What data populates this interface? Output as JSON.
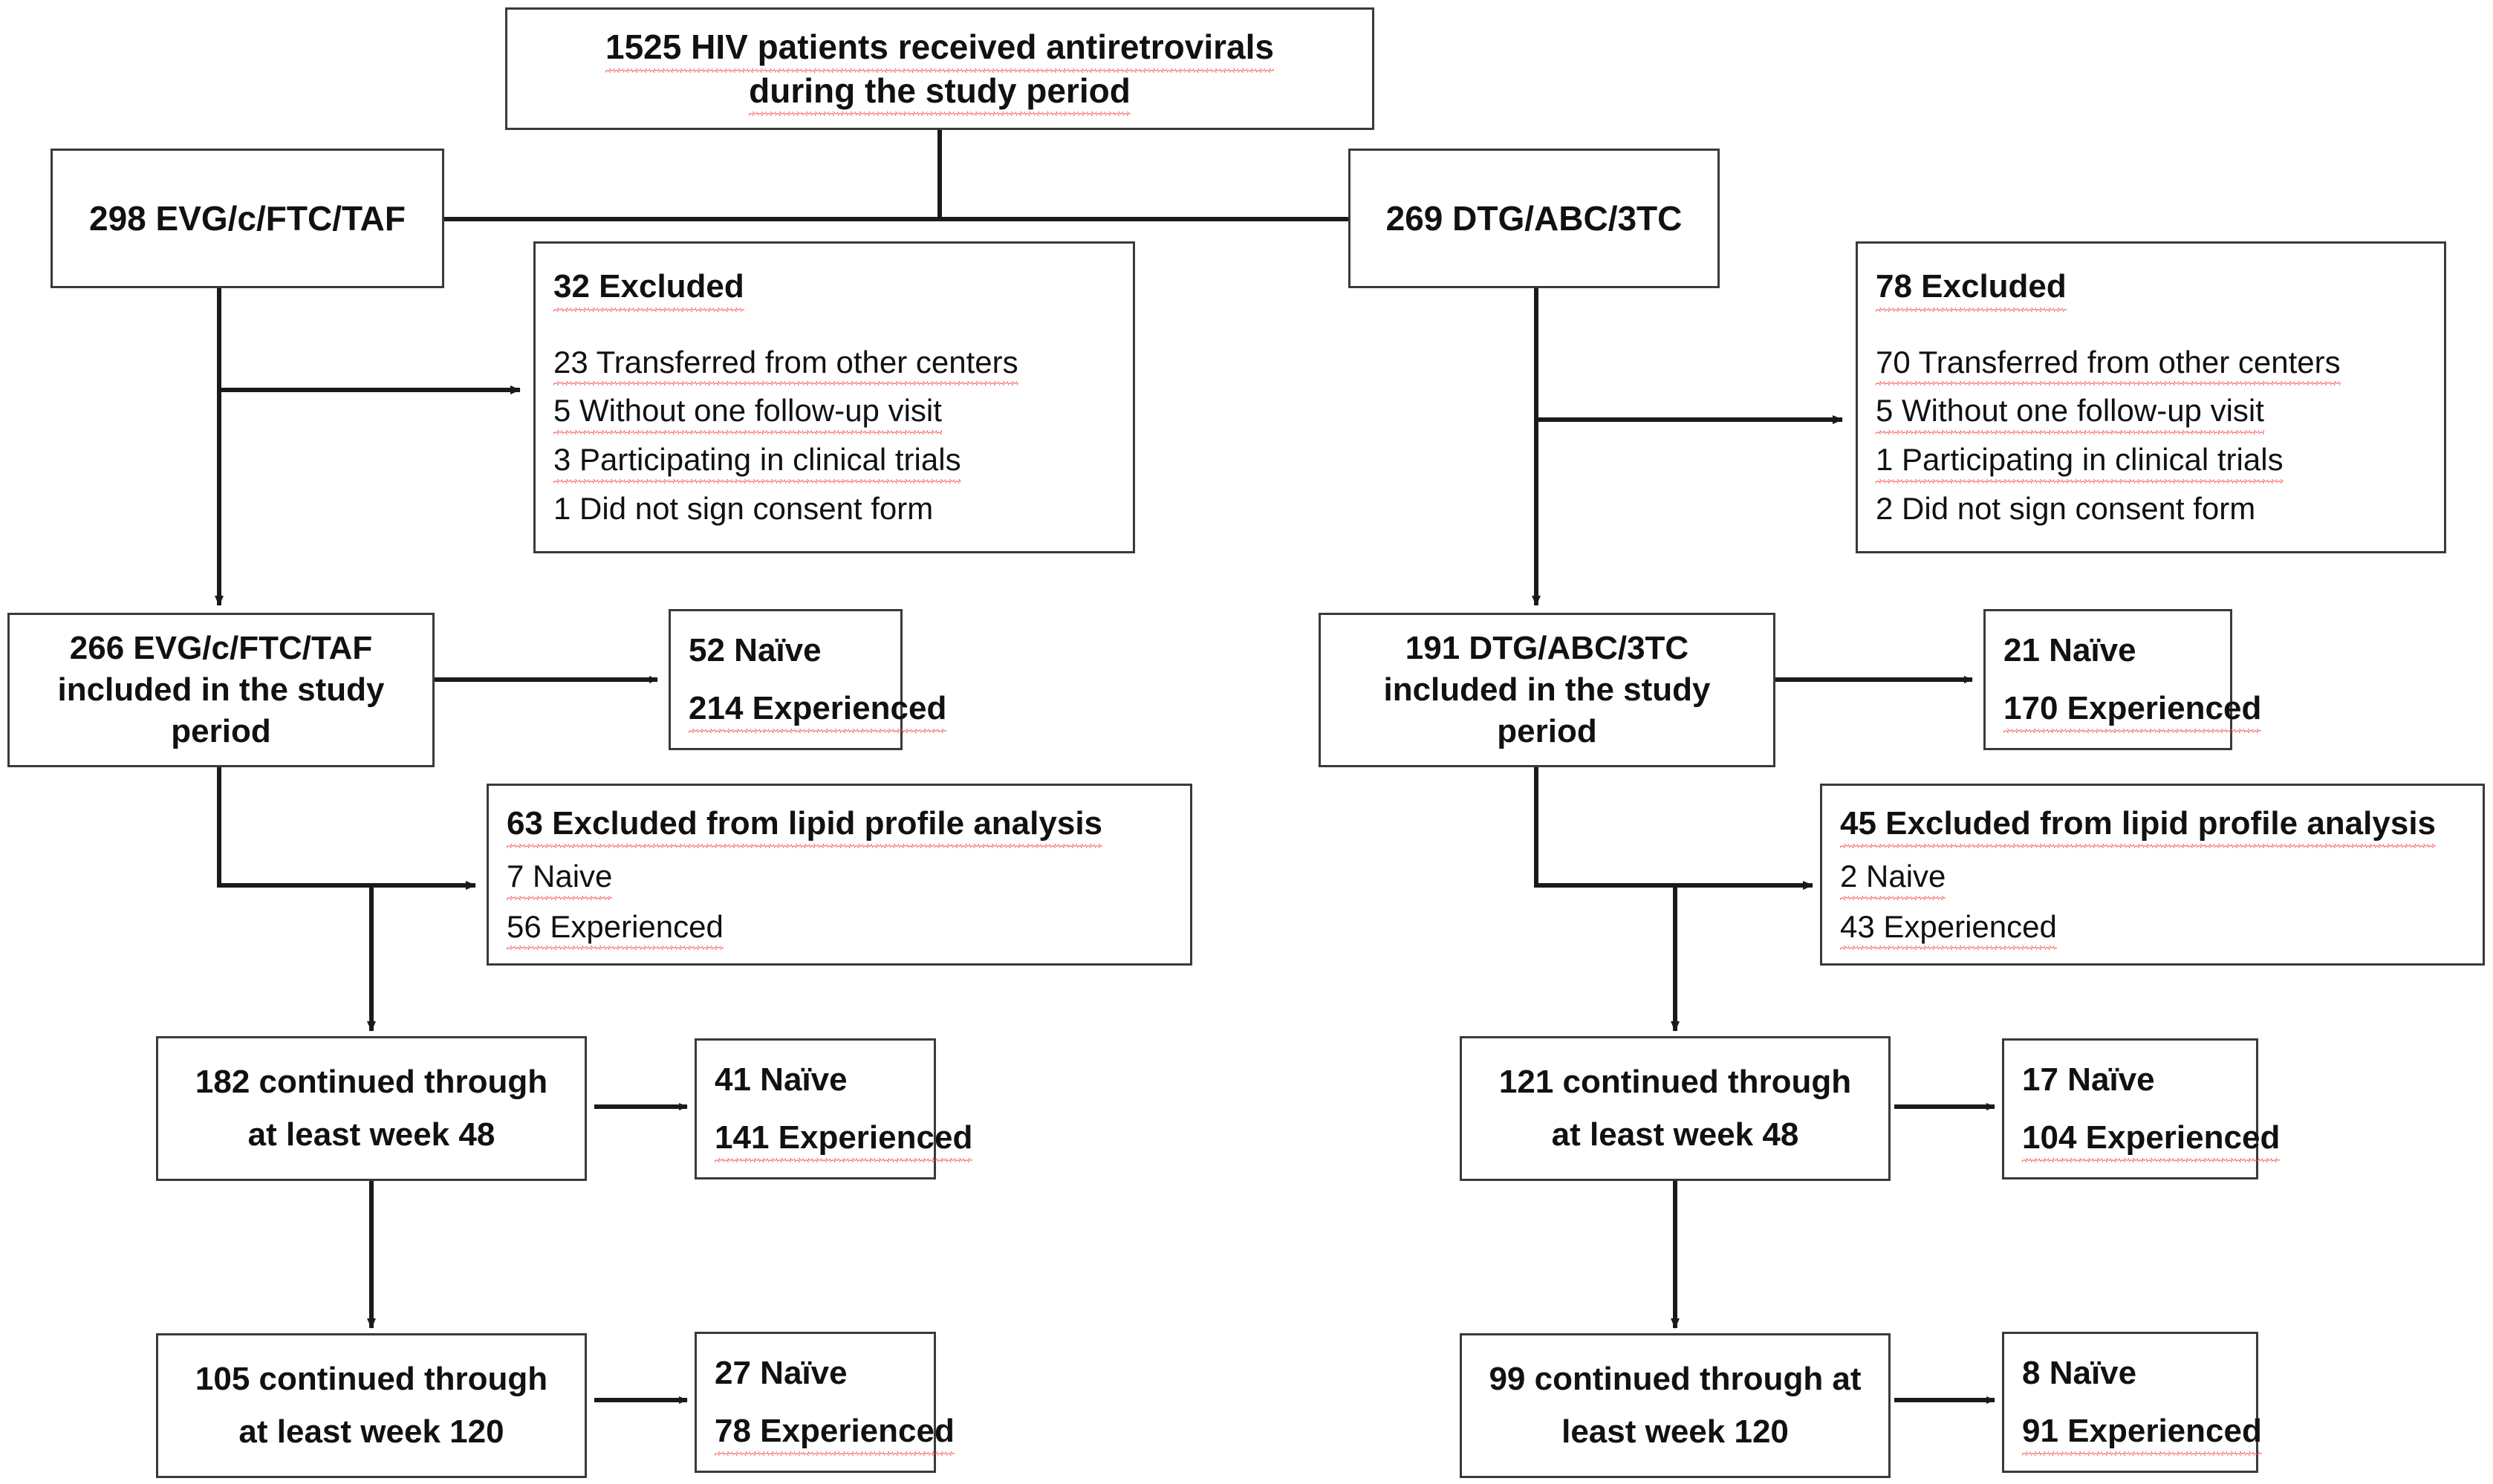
{
  "figure": {
    "type": "flowchart",
    "description": "HIV antiretroviral study patient-flow diagram with two treatment arms"
  },
  "colors": {
    "box_border": "#3a3a3a",
    "connector": "#1a1a1a",
    "spellcheck_underline": "#f0403c",
    "background": "#ffffff",
    "text": "#111111"
  },
  "nodes": {
    "total": {
      "line1": "1525 HIV patients received antiretrovirals",
      "line2": "during the study period"
    },
    "left_arm": {
      "label": "298 EVG/c/FTC/TAF"
    },
    "right_arm": {
      "label": "269 DTG/ABC/3TC"
    },
    "left_excluded": {
      "title": "32 Excluded",
      "items": [
        "23 Transferred from other centers",
        "5 Without one follow-up visit",
        "3 Participating in clinical trials",
        "1 Did not sign consent form"
      ]
    },
    "right_excluded": {
      "title": "78 Excluded",
      "items": [
        "70 Transferred from other centers",
        "5 Without one follow-up visit",
        "1 Participating in clinical trials",
        "2 Did not sign consent form"
      ]
    },
    "left_included": {
      "line1": "266 EVG/c/FTC/TAF",
      "line2": "included in the study",
      "line3": "period"
    },
    "right_included": {
      "line1": "191 DTG/ABC/3TC",
      "line2": "included in the study",
      "line3": "period"
    },
    "left_included_split": {
      "naive": "52 Naïve",
      "experienced": "214 Experienced"
    },
    "right_included_split": {
      "naive": "21 Naïve",
      "experienced": "170 Experienced"
    },
    "left_lipid_excluded": {
      "title": "63 Excluded from lipid profile analysis",
      "naive": "7 Naive",
      "experienced": "56 Experienced"
    },
    "right_lipid_excluded": {
      "title": "45 Excluded from lipid profile analysis",
      "naive": "2 Naive",
      "experienced": "43 Experienced"
    },
    "left_week48": {
      "line1": "182 continued through",
      "line2": "at least week 48"
    },
    "right_week48": {
      "line1": "121 continued through",
      "line2": "at least week 48"
    },
    "left_week48_split": {
      "naive": "41 Naïve",
      "experienced": "141 Experienced"
    },
    "right_week48_split": {
      "naive": "17 Naïve",
      "experienced": "104 Experienced"
    },
    "left_week120": {
      "line1": "105 continued through",
      "line2": "at least week 120"
    },
    "right_week120": {
      "line1": "99 continued through at",
      "line2": "least week 120"
    },
    "left_week120_split": {
      "naive": "27 Naïve",
      "experienced": "78 Experienced"
    },
    "right_week120_split": {
      "naive": "8 Naïve",
      "experienced": "91 Experienced"
    }
  }
}
